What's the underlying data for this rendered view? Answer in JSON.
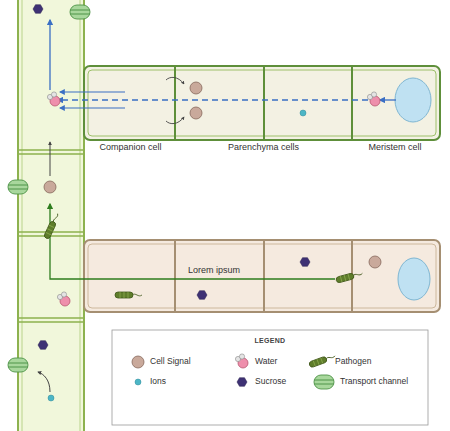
{
  "diagram": {
    "nodes": [
      {
        "text": [
          "Companion cell"
        ]
      },
      {
        "text": [
          "Parenchyma cells"
        ]
      },
      {
        "text": [
          "Meristem cell"
        ]
      }
    ],
    "labels": [
      "Lorem ipsum",
      "LEGEND"
    ],
    "legend": [
      {
        "text": "Cell Signal"
      },
      {
        "text": "Water"
      },
      {
        "text": "Pathogen"
      },
      {
        "text": "Ions"
      },
      {
        "text": "Sucrose"
      },
      {
        "text": "Transport channel"
      }
    ]
  }
}
